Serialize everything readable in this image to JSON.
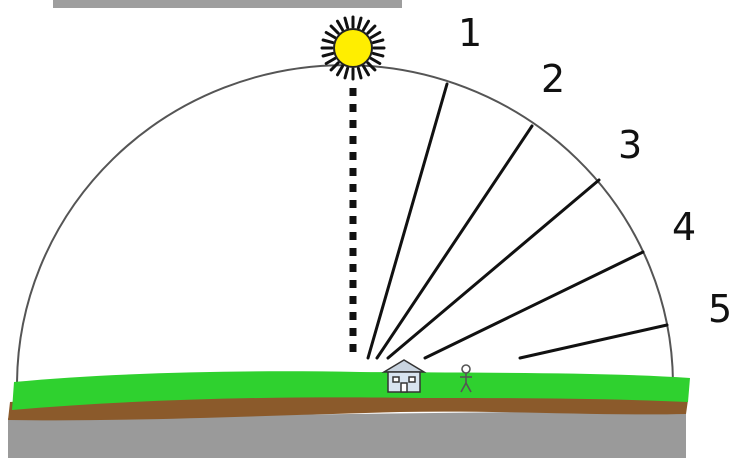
{
  "diagram": {
    "ray_labels": [
      "1",
      "2",
      "3",
      "4",
      "5"
    ],
    "icons": {
      "sun": "sun-icon",
      "house": "house-icon",
      "person": "person-icon"
    },
    "colors": {
      "sky_arc": "#555555",
      "sun_fill": "#ffee00",
      "sun_spikes": "#111111",
      "vertical_ray": "#111111",
      "rays": "#111111",
      "grass": "#2fd12f",
      "soil": "#8b5a2b",
      "bedrock": "#9a9a9a",
      "top_bar": "#9e9e9e",
      "house": "#d8e4f0"
    }
  }
}
